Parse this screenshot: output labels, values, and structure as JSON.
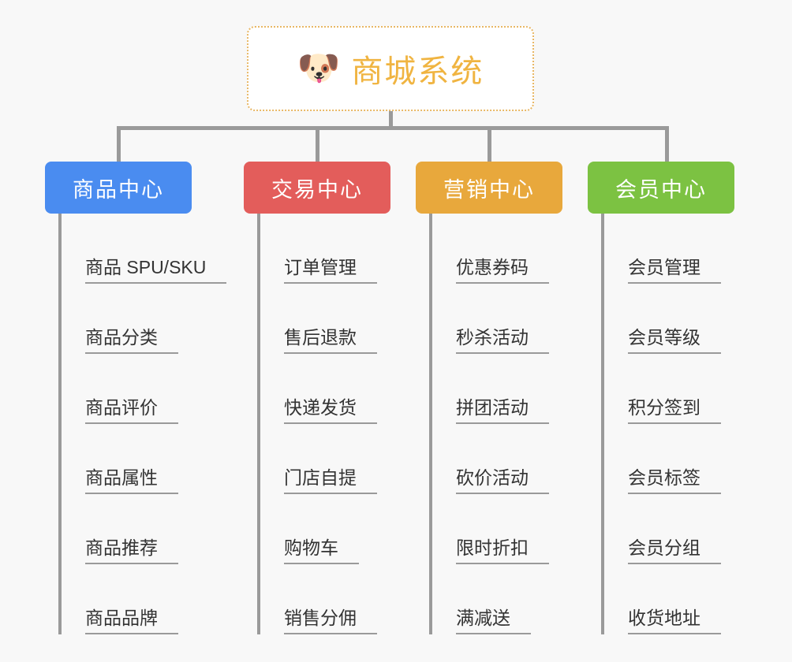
{
  "canvas": {
    "background": "#f8f8f8",
    "line_color": "#9a9a9a"
  },
  "root": {
    "icon": "dog-face-emoji",
    "emoji": "🐶",
    "title": "商城系统",
    "text_color": "#f0b441",
    "border_color": "#e8b765",
    "background": "#ffffff"
  },
  "columns": [
    {
      "id": "product-center",
      "label": "商品中心",
      "color": "#4a8cf0",
      "items": [
        {
          "label": "商品 SPU/SKU"
        },
        {
          "label": "商品分类"
        },
        {
          "label": "商品评价"
        },
        {
          "label": "商品属性"
        },
        {
          "label": "商品推荐"
        },
        {
          "label": "商品品牌"
        }
      ]
    },
    {
      "id": "trade-center",
      "label": "交易中心",
      "color": "#e35d5b",
      "items": [
        {
          "label": "订单管理"
        },
        {
          "label": "售后退款"
        },
        {
          "label": "快递发货"
        },
        {
          "label": "门店自提"
        },
        {
          "label": "购物车"
        },
        {
          "label": "销售分佣"
        }
      ]
    },
    {
      "id": "marketing-center",
      "label": "营销中心",
      "color": "#e8a83c",
      "items": [
        {
          "label": "优惠券码"
        },
        {
          "label": "秒杀活动"
        },
        {
          "label": "拼团活动"
        },
        {
          "label": "砍价活动"
        },
        {
          "label": "限时折扣"
        },
        {
          "label": "满减送"
        }
      ]
    },
    {
      "id": "member-center",
      "label": "会员中心",
      "color": "#7cc242",
      "items": [
        {
          "label": "会员管理"
        },
        {
          "label": "会员等级"
        },
        {
          "label": "积分签到"
        },
        {
          "label": "会员标签"
        },
        {
          "label": "会员分组"
        },
        {
          "label": "收货地址"
        }
      ]
    }
  ]
}
